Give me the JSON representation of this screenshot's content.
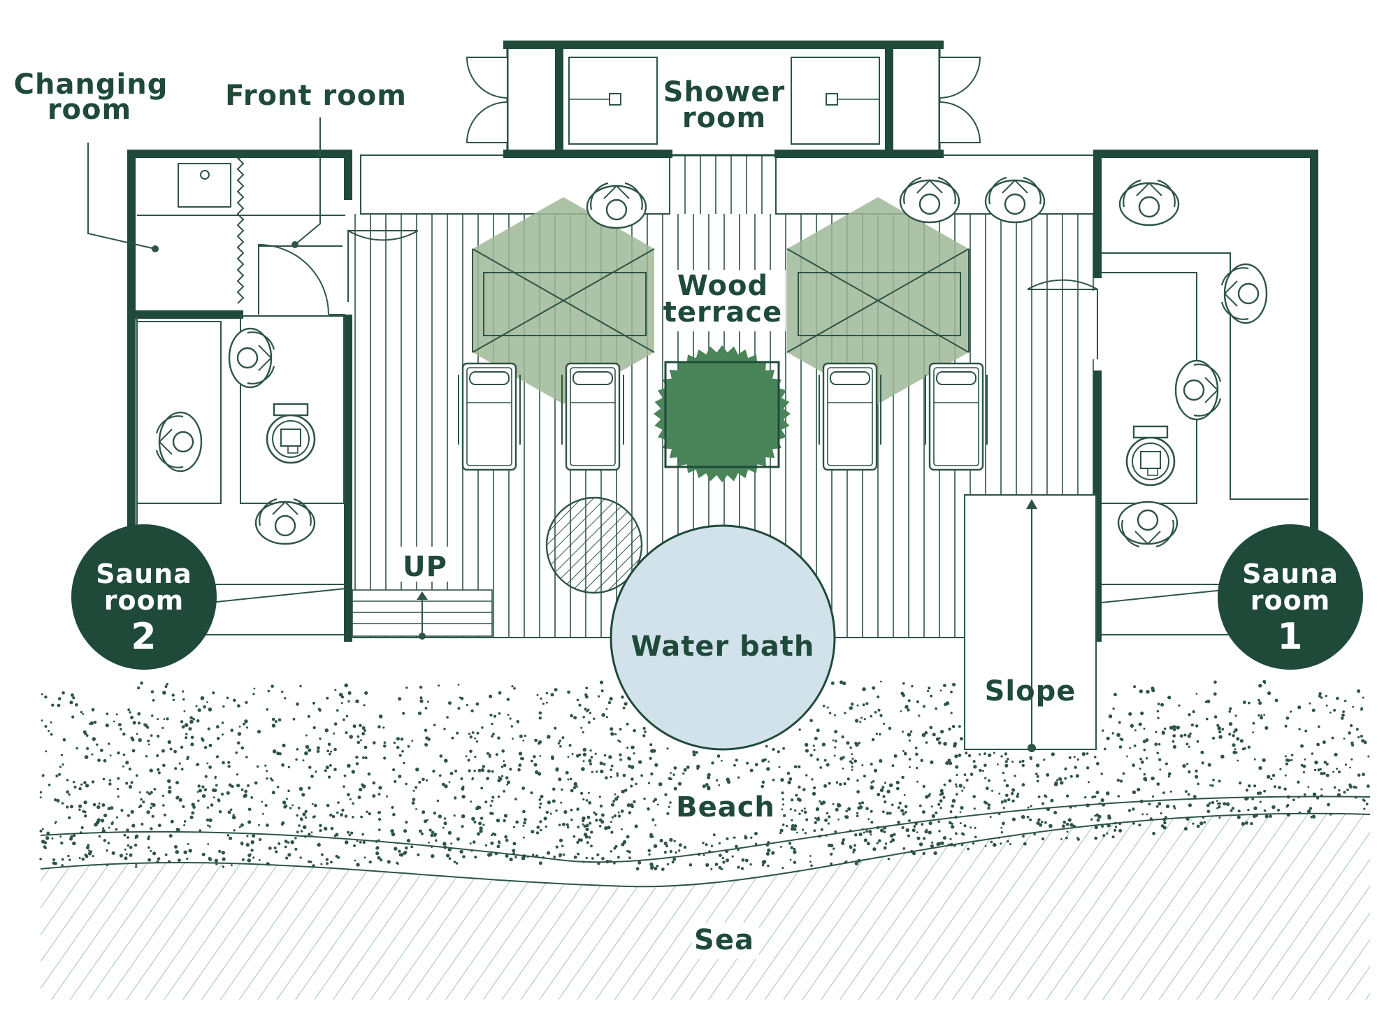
{
  "colors": {
    "wall": "#1f4a3a",
    "line": "#2e5446",
    "shade": "#9fb998",
    "tree": "#4a8559",
    "water": "#d2e2eb",
    "sea_hatch": "#a8c4d4",
    "white": "#ffffff"
  },
  "labels": {
    "changing_room": [
      "Changing",
      "room"
    ],
    "front_room": "Front room",
    "shower_room": [
      "Shower",
      "room"
    ],
    "wood_terrace": [
      "Wood",
      "terrace"
    ],
    "up": "UP",
    "water_bath": "Water bath",
    "slope": "Slope",
    "beach": "Beach",
    "sea": "Sea",
    "sauna_2": [
      "Sauna",
      "room",
      "2"
    ],
    "sauna_1": [
      "Sauna",
      "room",
      "1"
    ]
  },
  "icons": [
    "person-icon",
    "lounge-chair-icon",
    "stove-icon",
    "tree-icon",
    "parasol-icon",
    "shower-head-icon",
    "stool-icon"
  ]
}
